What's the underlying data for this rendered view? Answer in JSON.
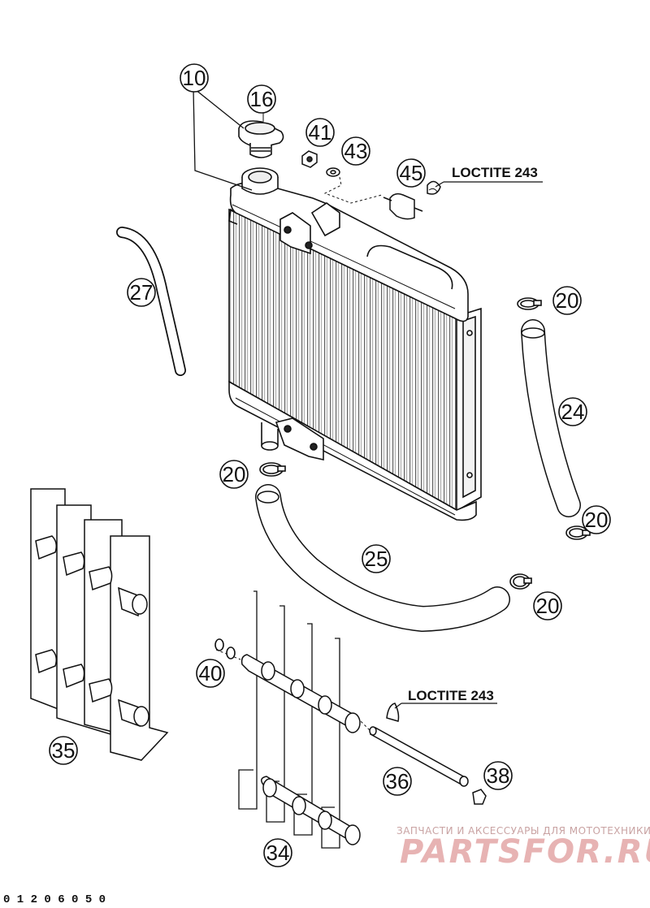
{
  "callouts": [
    "10",
    "16",
    "41",
    "43",
    "45",
    "27",
    "20",
    "24",
    "20",
    "25",
    "20",
    "20",
    "40",
    "35",
    "36",
    "38",
    "34"
  ],
  "loctite": [
    "LOCTITE 243",
    "LOCTITE 243"
  ],
  "watermark": {
    "tagline": "ЗАПЧАСТИ И АКСЕССУАРЫ ДЛЯ МОТОТЕХНИКИ",
    "brand": "PARTSFOR.RU"
  },
  "catalog_number": "0 1 2 0 6 0 5 0",
  "colors": {
    "line": "#111111",
    "fill": "#ffffff",
    "fin": "#555555",
    "watermark": "#e7b3b3"
  }
}
